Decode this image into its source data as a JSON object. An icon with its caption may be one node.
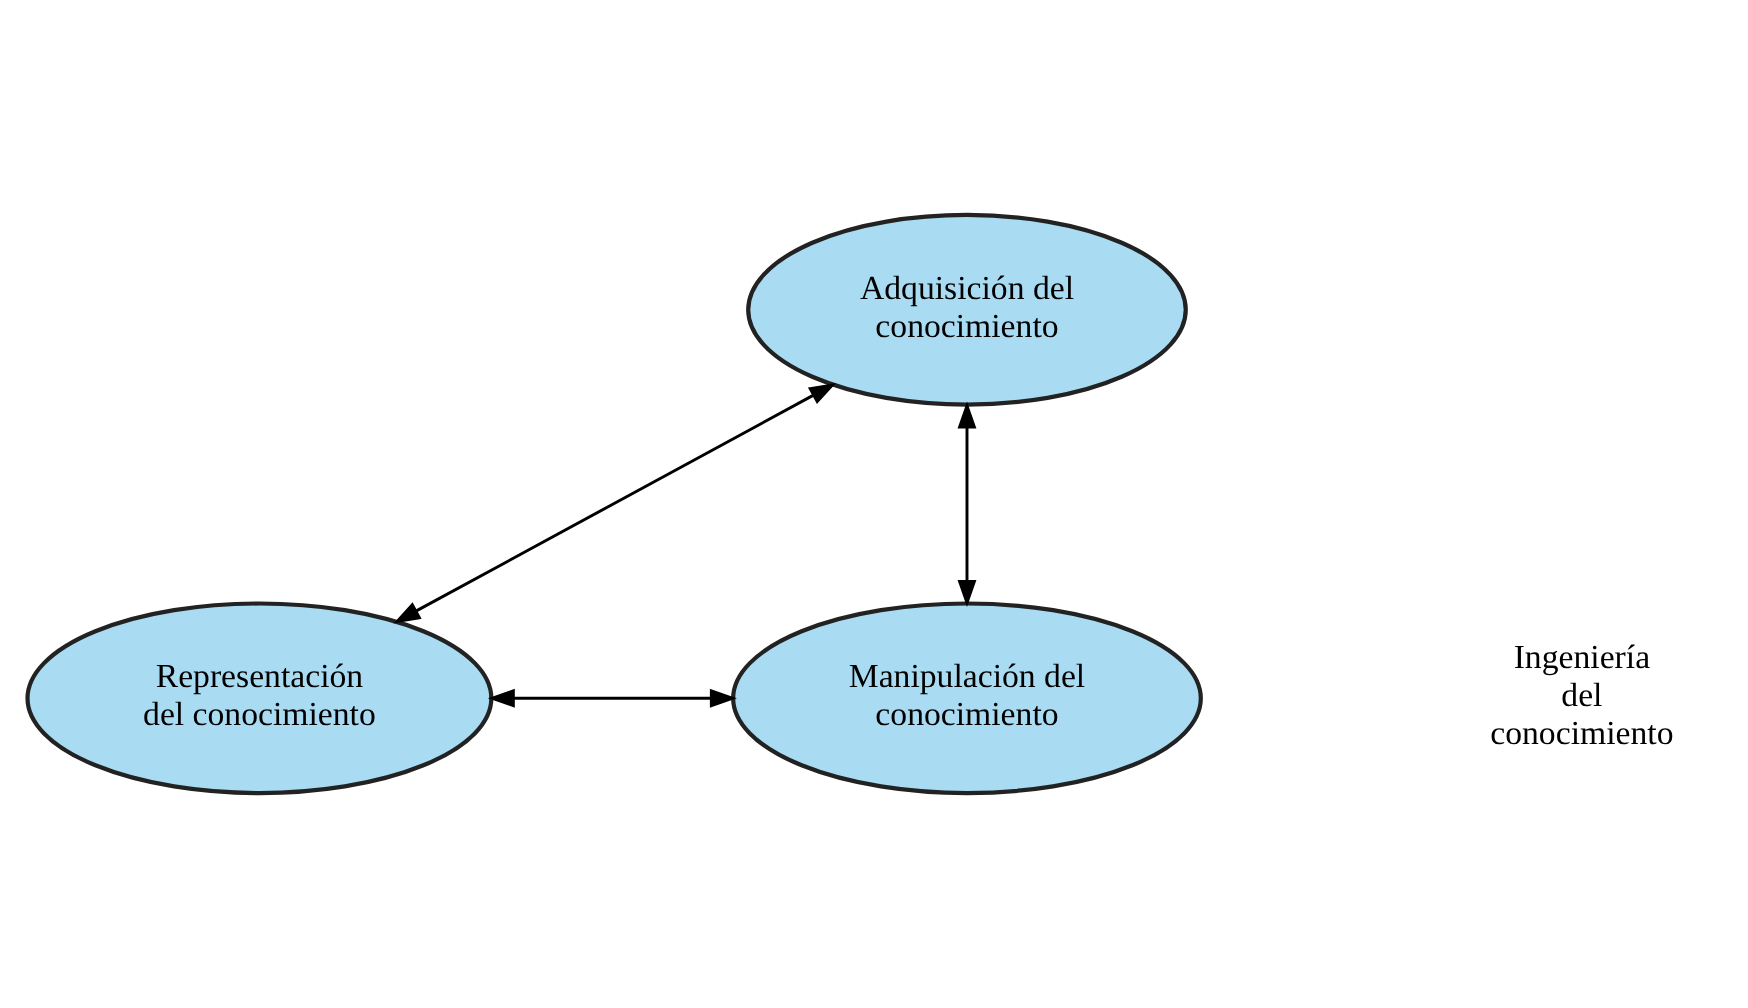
{
  "diagram": {
    "nodes": [
      {
        "text": [
          "Adquisición del conocimiento"
        ]
      },
      {
        "text": [
          "Representación del conocimiento"
        ]
      },
      {
        "text": [
          "Manipulación del conocimiento"
        ]
      }
    ],
    "edges": [
      {
        "from": 0,
        "to": 1,
        "arrow": "both"
      },
      {
        "from": 0,
        "to": 2,
        "arrow": "both"
      },
      {
        "from": 1,
        "to": 2,
        "arrow": "both"
      }
    ],
    "labels": [
      "Ingeniería del conocimiento"
    ]
  }
}
